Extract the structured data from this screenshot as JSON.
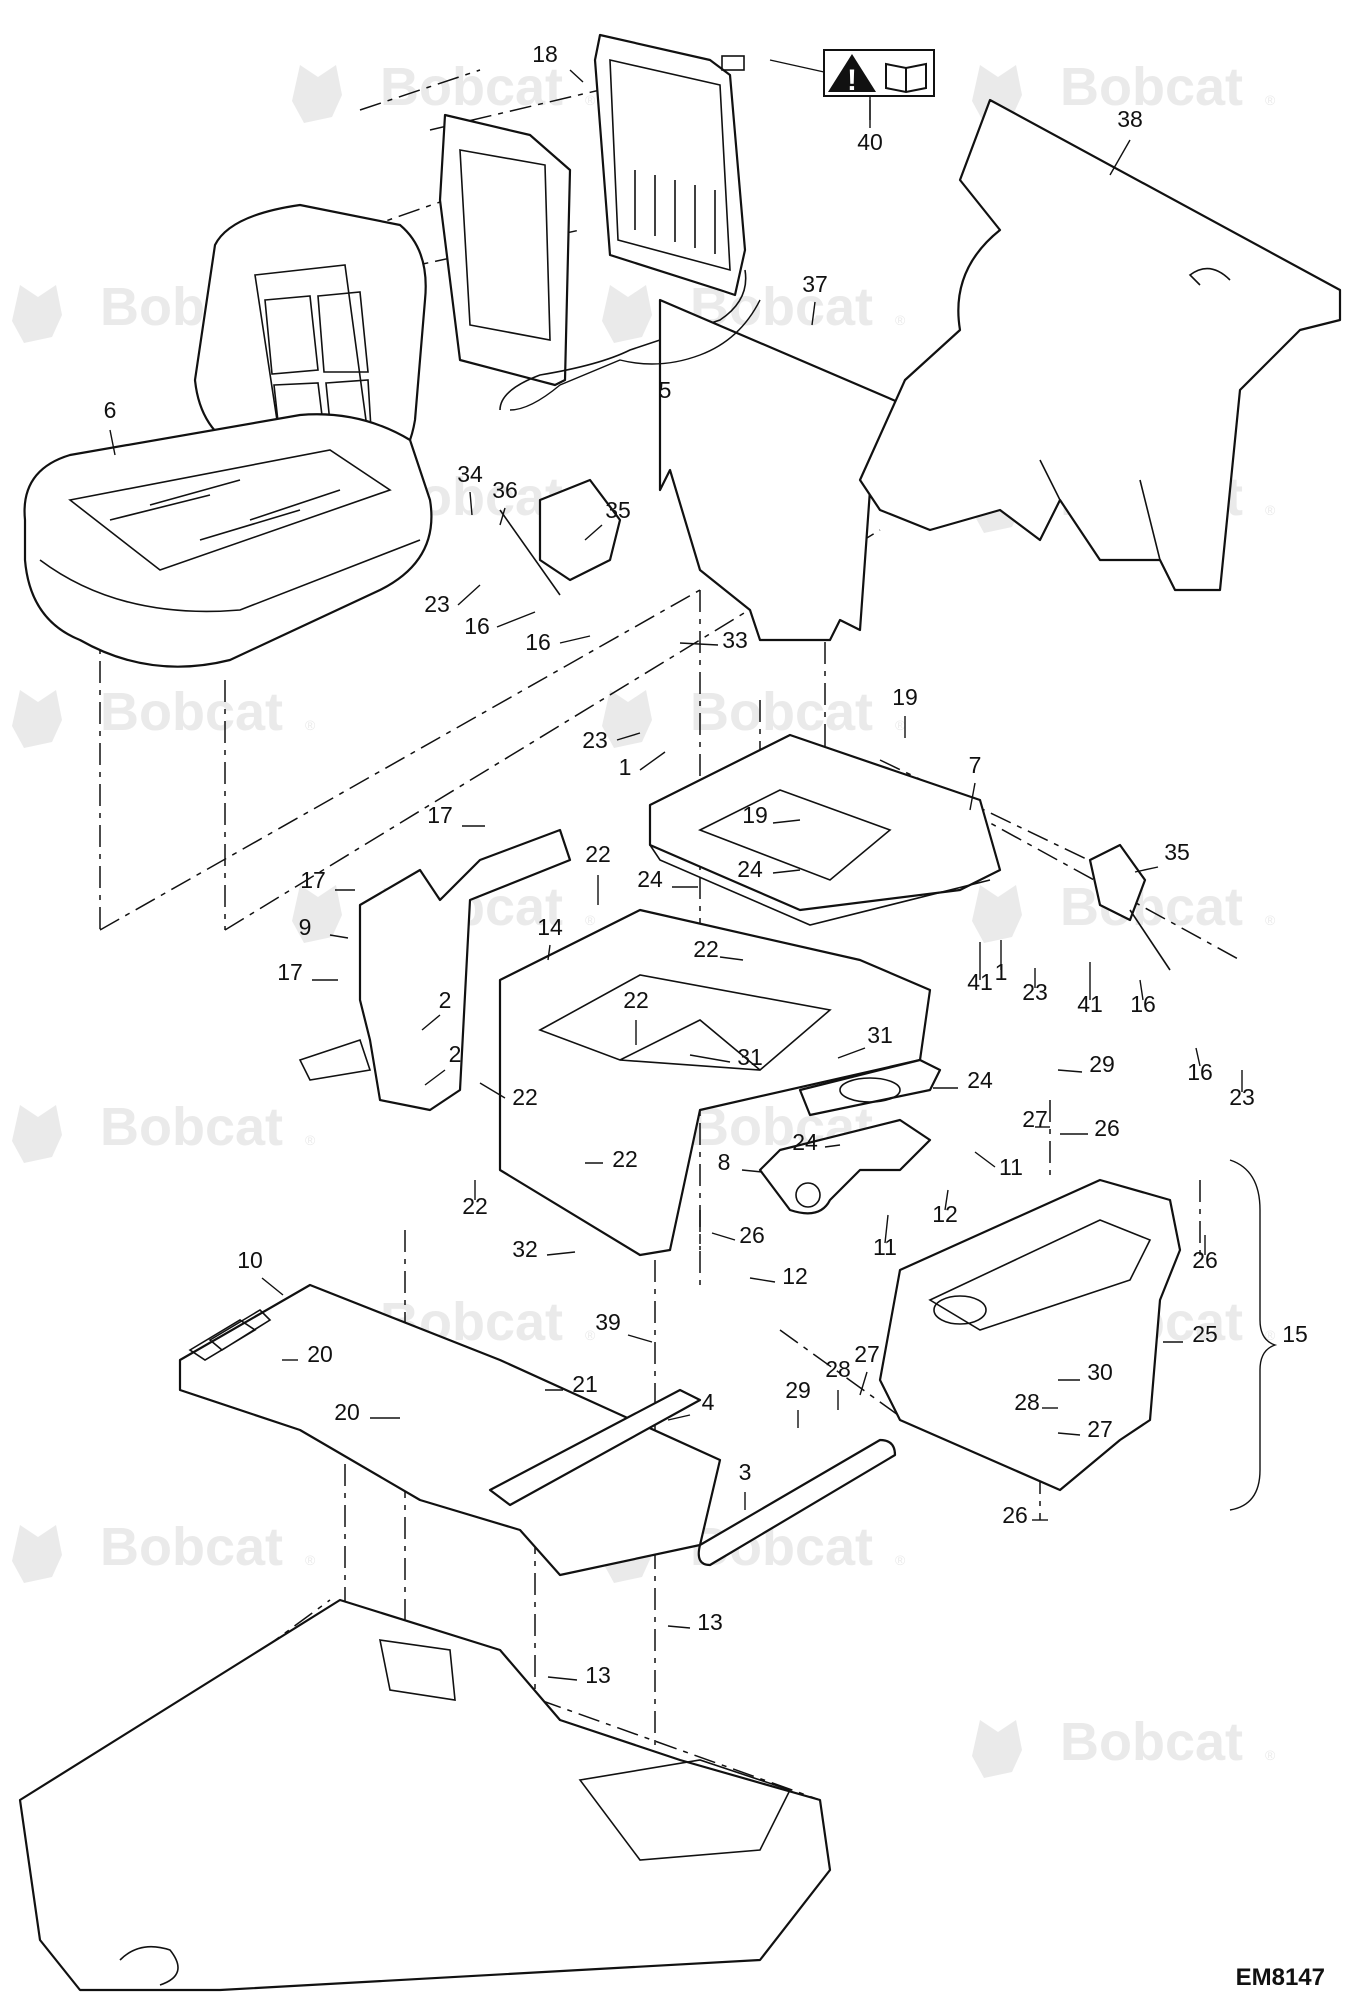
{
  "watermark": {
    "brand": "Bobcat",
    "mark": "®"
  },
  "diagram_ref": "EM8147",
  "warning_decal": {
    "warning_glyph": "!",
    "icon": "warning-triangle-and-manual-book"
  },
  "callouts": [
    {
      "id": "c40",
      "text": "40"
    },
    {
      "id": "c38",
      "text": "38"
    },
    {
      "id": "c18",
      "text": "18"
    },
    {
      "id": "c37",
      "text": "37"
    },
    {
      "id": "c5",
      "text": "5"
    },
    {
      "id": "c6",
      "text": "6"
    },
    {
      "id": "c34",
      "text": "34"
    },
    {
      "id": "c36",
      "text": "36"
    },
    {
      "id": "c35a",
      "text": "35"
    },
    {
      "id": "c23a",
      "text": "23"
    },
    {
      "id": "c16a",
      "text": "16"
    },
    {
      "id": "c16b",
      "text": "16"
    },
    {
      "id": "c33",
      "text": "33"
    },
    {
      "id": "c19a",
      "text": "19"
    },
    {
      "id": "c23b",
      "text": "23"
    },
    {
      "id": "c1a",
      "text": "1"
    },
    {
      "id": "c7",
      "text": "7"
    },
    {
      "id": "c17a",
      "text": "17"
    },
    {
      "id": "c19b",
      "text": "19"
    },
    {
      "id": "c24a",
      "text": "24"
    },
    {
      "id": "c35b",
      "text": "35"
    },
    {
      "id": "c17b",
      "text": "17"
    },
    {
      "id": "c22a",
      "text": "22"
    },
    {
      "id": "c24b",
      "text": "24"
    },
    {
      "id": "c9",
      "text": "9"
    },
    {
      "id": "c14",
      "text": "14"
    },
    {
      "id": "c22b",
      "text": "22"
    },
    {
      "id": "c41a",
      "text": "41"
    },
    {
      "id": "c1b",
      "text": "1"
    },
    {
      "id": "c23c",
      "text": "23"
    },
    {
      "id": "c41b",
      "text": "41"
    },
    {
      "id": "c16c",
      "text": "16"
    },
    {
      "id": "c17c",
      "text": "17"
    },
    {
      "id": "c2a",
      "text": "2"
    },
    {
      "id": "c22c",
      "text": "22"
    },
    {
      "id": "c31a",
      "text": "31"
    },
    {
      "id": "c31b",
      "text": "31"
    },
    {
      "id": "c16d",
      "text": "16"
    },
    {
      "id": "c23d",
      "text": "23"
    },
    {
      "id": "c2b",
      "text": "2"
    },
    {
      "id": "c24c",
      "text": "24"
    },
    {
      "id": "c29a",
      "text": "29"
    },
    {
      "id": "c22d",
      "text": "22"
    },
    {
      "id": "c27a",
      "text": "27"
    },
    {
      "id": "c26a",
      "text": "26"
    },
    {
      "id": "c24d",
      "text": "24"
    },
    {
      "id": "c22e",
      "text": "22"
    },
    {
      "id": "c8",
      "text": "8"
    },
    {
      "id": "c11a",
      "text": "11"
    },
    {
      "id": "c22f",
      "text": "22"
    },
    {
      "id": "c12a",
      "text": "12"
    },
    {
      "id": "c11b",
      "text": "11"
    },
    {
      "id": "c26b",
      "text": "26"
    },
    {
      "id": "c32",
      "text": "32"
    },
    {
      "id": "c26c",
      "text": "26"
    },
    {
      "id": "c12b",
      "text": "12"
    },
    {
      "id": "c10",
      "text": "10"
    },
    {
      "id": "c39",
      "text": "39"
    },
    {
      "id": "c25",
      "text": "25"
    },
    {
      "id": "c15",
      "text": "15"
    },
    {
      "id": "c20a",
      "text": "20"
    },
    {
      "id": "c27b",
      "text": "27"
    },
    {
      "id": "c30",
      "text": "30"
    },
    {
      "id": "c28a",
      "text": "28"
    },
    {
      "id": "c21",
      "text": "21"
    },
    {
      "id": "c29b",
      "text": "29"
    },
    {
      "id": "c20b",
      "text": "20"
    },
    {
      "id": "c4",
      "text": "4"
    },
    {
      "id": "c28b",
      "text": "28"
    },
    {
      "id": "c27c",
      "text": "27"
    },
    {
      "id": "c3",
      "text": "3"
    },
    {
      "id": "c26d",
      "text": "26"
    },
    {
      "id": "c13a",
      "text": "13"
    },
    {
      "id": "c13b",
      "text": "13"
    }
  ]
}
